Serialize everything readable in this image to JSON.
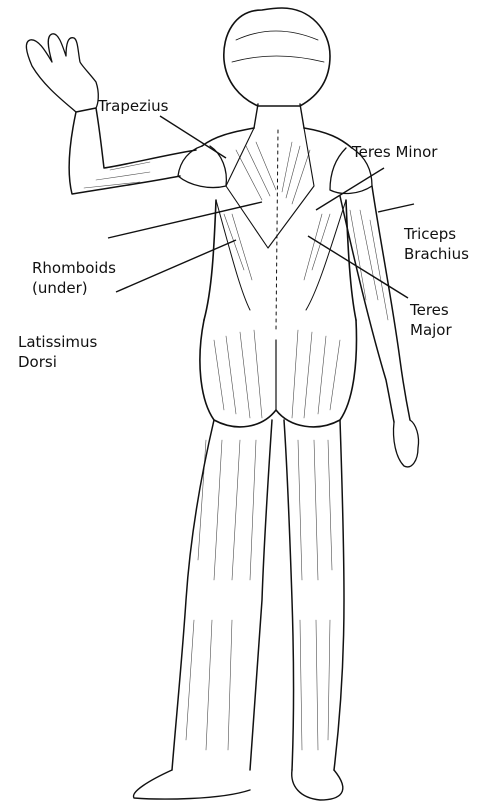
{
  "labels": {
    "trapezius": "Trapezius",
    "teres_minor": "Teres Minor",
    "triceps_line1": "Triceps",
    "triceps_line2": "Brachius",
    "rhomboids_line1": "Rhomboids",
    "rhomboids_line2": "(under)",
    "teres_major_line1": "Teres",
    "teres_major_line2": "Major",
    "latissimus_line1": "Latissimus",
    "latissimus_line2": "Dorsi"
  },
  "colors": {
    "ink": "#111111",
    "background": "#ffffff"
  }
}
